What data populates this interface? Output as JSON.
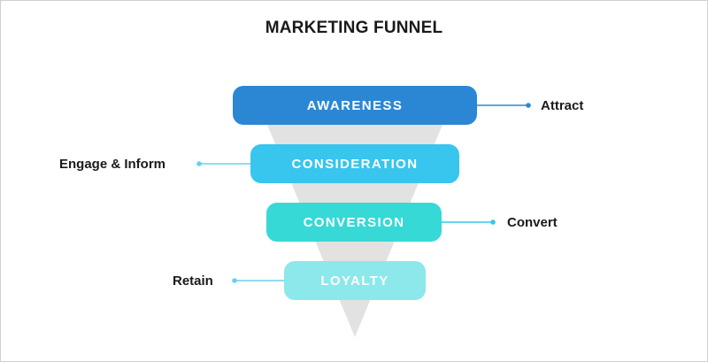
{
  "title": "MARKETING FUNNEL",
  "colors": {
    "awareness": "#2b87d4",
    "consideration": "#38c5ee",
    "conversion": "#36d9d6",
    "loyalty": "#8ce8ea",
    "funnel": "#e2e2e2",
    "connector_dark": "#2b87d4",
    "connector_light": "#6ccfee"
  },
  "stages": [
    {
      "label": "AWARENESS",
      "callout": "Attract"
    },
    {
      "label": "CONSIDERATION",
      "callout": "Engage & Inform"
    },
    {
      "label": "CONVERSION",
      "callout": "Convert"
    },
    {
      "label": "LOYALTY",
      "callout": "Retain"
    }
  ]
}
